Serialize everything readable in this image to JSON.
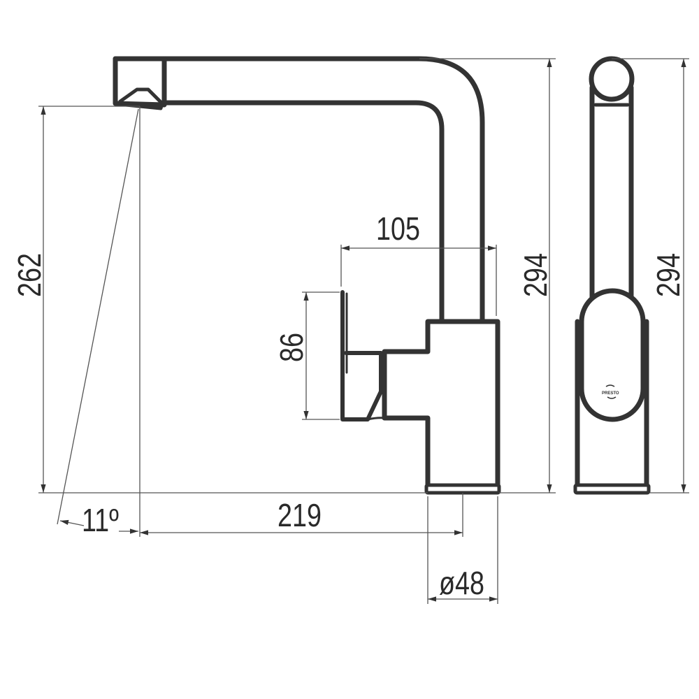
{
  "dimensions": {
    "spout_height": "262",
    "total_height_side": "294",
    "total_height_front": "294",
    "handle_reach": "105",
    "handle_height": "86",
    "spout_reach": "219",
    "base_diameter": "ø48",
    "spout_angle": "11º"
  },
  "logo": "PRESTO",
  "colors": {
    "line": "#333333",
    "dimension": "#555555"
  }
}
